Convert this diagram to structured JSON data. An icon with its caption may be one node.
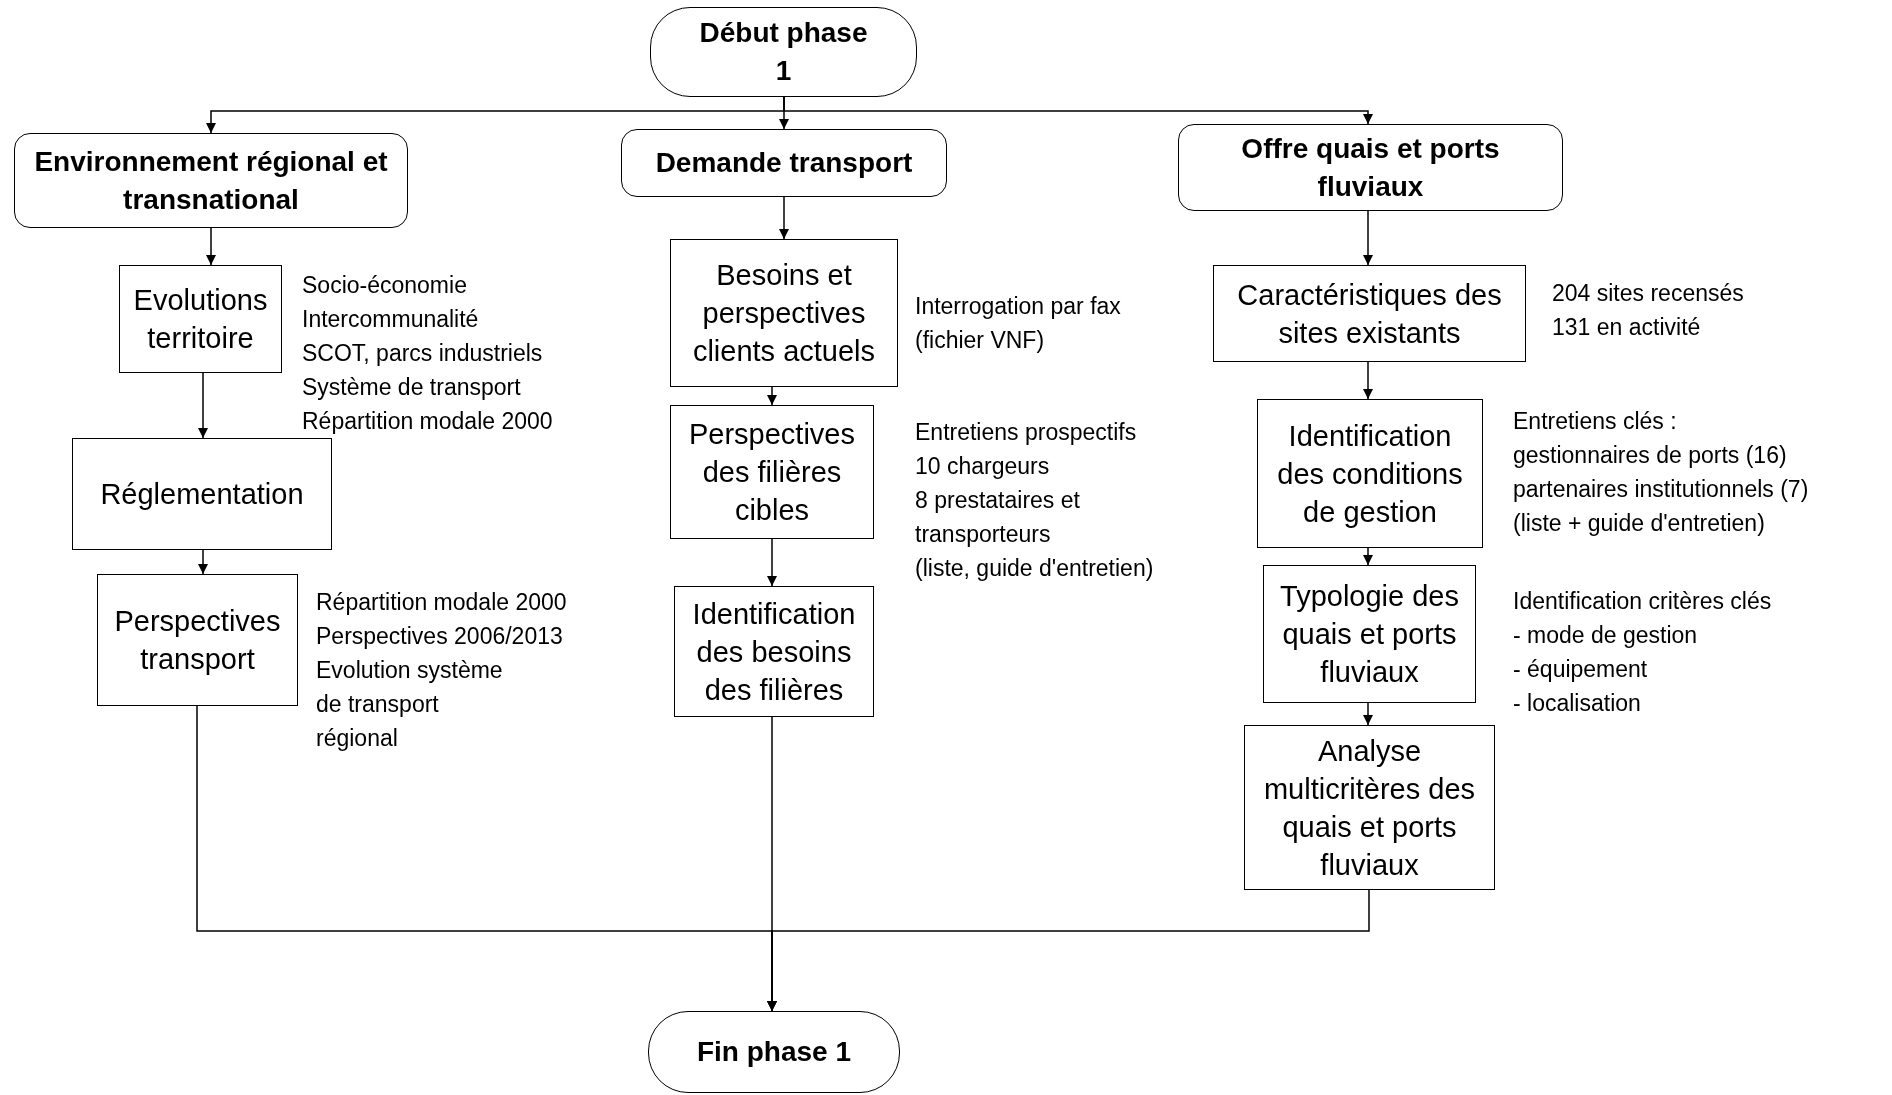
{
  "diagram": {
    "nodes": [
      {
        "text": [
          "Début phase 1"
        ]
      },
      {
        "text": [
          "Environnement régional et transnational"
        ]
      },
      {
        "text": [
          "Demande transport"
        ]
      },
      {
        "text": [
          "Offre quais et ports fluviaux"
        ]
      },
      {
        "text": [
          "Evolutions territoire"
        ],
        "beside": [
          "Socio-économie",
          "Intercommunalité",
          "SCOT, parcs industriels",
          "Système de transport",
          "Répartition modale 2000"
        ]
      },
      {
        "text": [
          "Réglementation"
        ]
      },
      {
        "text": [
          "Perspectives transport"
        ],
        "beside": [
          "Répartition modale 2000",
          "Perspectives 2006/2013",
          "Evolution système de transport régional"
        ]
      },
      {
        "text": [
          "Besoins et perspectives clients actuels"
        ],
        "beside": [
          "Interrogation par fax",
          "(fichier VNF)"
        ]
      },
      {
        "text": [
          "Perspectives des filières cibles"
        ],
        "beside": [
          "Entretiens prospectifs",
          "10 chargeurs",
          "8 prestataires et transporteurs",
          "(liste, guide d'entretien)"
        ]
      },
      {
        "text": [
          "Identification des besoins des filières"
        ]
      },
      {
        "text": [
          "Caractéristiques des sites existants"
        ],
        "beside": [
          "204 sites recensés",
          "131 en activité"
        ]
      },
      {
        "text": [
          "Identification des conditions de gestion"
        ],
        "beside": [
          "Entretiens clés :",
          "gestionnaires de ports (16)",
          "partenaires institutionnels (7)",
          "(liste + guide d'entretien)"
        ]
      },
      {
        "text": [
          "Typologie des quais et ports fluviaux"
        ],
        "beside": [
          "Identification critères clés",
          "- mode de gestion",
          "- équipement",
          "- localisation"
        ]
      },
      {
        "text": [
          "Analyse multicritères des quais et ports fluviaux"
        ]
      },
      {
        "text": [
          "Fin phase 1"
        ]
      }
    ],
    "edges": [
      {
        "from": 0,
        "to": 1,
        "arrow": "to"
      },
      {
        "from": 0,
        "to": 2,
        "arrow": "to"
      },
      {
        "from": 0,
        "to": 3,
        "arrow": "to"
      },
      {
        "from": 1,
        "to": 4,
        "arrow": "to"
      },
      {
        "from": 4,
        "to": 5,
        "arrow": "to"
      },
      {
        "from": 5,
        "to": 6,
        "arrow": "to"
      },
      {
        "from": 2,
        "to": 7,
        "arrow": "to"
      },
      {
        "from": 7,
        "to": 8,
        "arrow": "to"
      },
      {
        "from": 8,
        "to": 9,
        "arrow": "to"
      },
      {
        "from": 3,
        "to": 10,
        "arrow": "to"
      },
      {
        "from": 10,
        "to": 11,
        "arrow": "to"
      },
      {
        "from": 11,
        "to": 12,
        "arrow": "to"
      },
      {
        "from": 12,
        "to": 13,
        "arrow": "to"
      },
      {
        "from": 6,
        "to": 14,
        "arrow": "to"
      },
      {
        "from": 9,
        "to": 14,
        "arrow": "to"
      },
      {
        "from": 13,
        "to": 14,
        "arrow": "to"
      }
    ]
  }
}
